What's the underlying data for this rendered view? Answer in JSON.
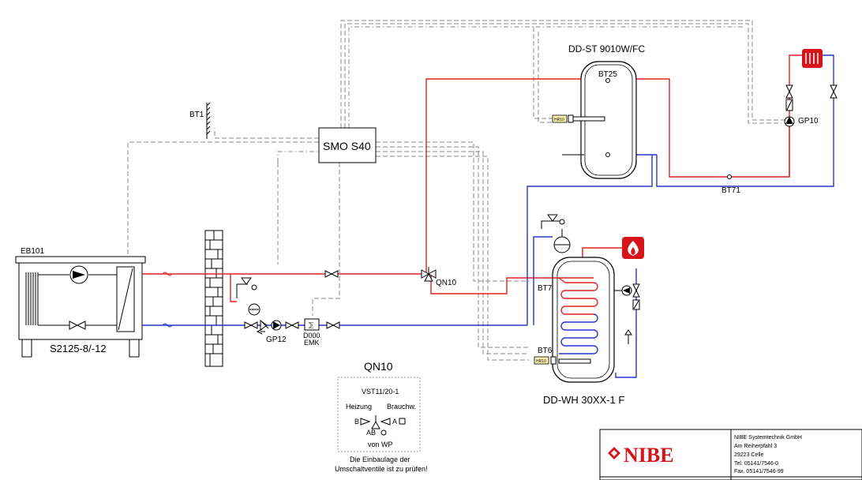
{
  "devices": {
    "controller": "SMO S40",
    "tank_top": "DD-ST 9010W/FC",
    "tank_bottom": "DD-WH 30XX-1 F",
    "heat_pump_id": "EB101",
    "heat_pump_model": "S2125-8/-12"
  },
  "sensors": {
    "bt1": "BT1",
    "bt25": "BT25",
    "bt71": "BT71",
    "bt7": "BT7",
    "bt6": "BT6"
  },
  "components": {
    "gp10": "GP10",
    "gp12": "GP12",
    "qn10": "QN10",
    "d000": "D000",
    "emk": "EMK",
    "hr10_top": "HR10",
    "hr10_bottom": "HR10"
  },
  "legend": {
    "title": "QN10",
    "valve": "VST11/20-1",
    "heating": "Heizung",
    "dhw": "Brauchw.",
    "port_b": "B",
    "port_a": "A",
    "port_ab": "AB",
    "from_hp": "von WP",
    "note_line1": "Die Einbaulage der",
    "note_line2": "Umschaltventile ist zu prüfen!"
  },
  "company": {
    "brand": "NIBE",
    "name": "NIBE Systemtechnik GmbH",
    "street": "Am Reiherpfahl 3",
    "city": "29223 Celle",
    "tel": "Tel. 05141/7546-0",
    "fax": "Fax. 05141/7546-99"
  },
  "colors": {
    "supply": "#e32222",
    "return": "#2337c9",
    "signal": "#8a8a8a",
    "brand_red": "#d7141a"
  }
}
